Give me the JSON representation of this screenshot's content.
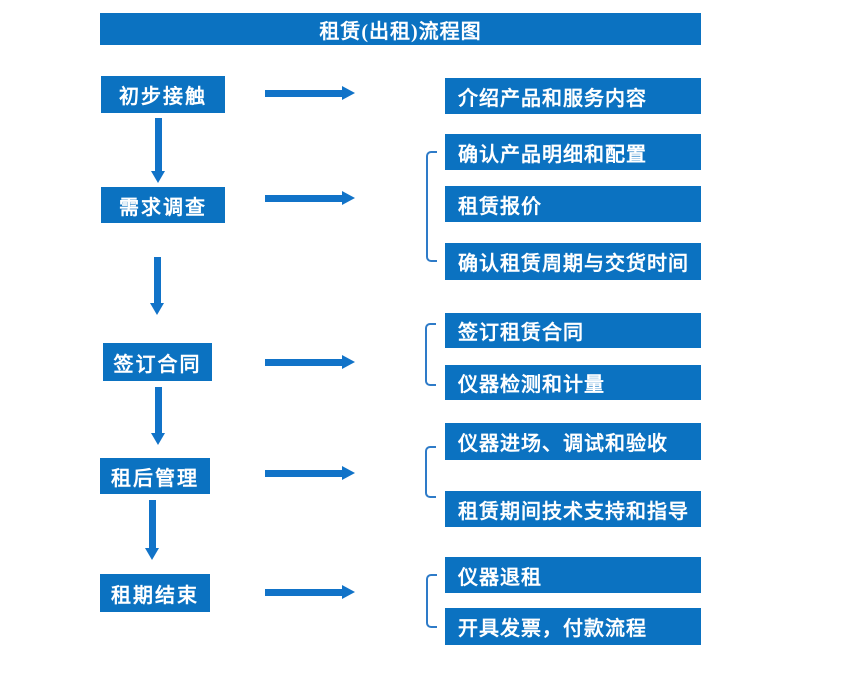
{
  "title": "租赁(出租)流程图",
  "colors": {
    "box_blue": "#0b72c1",
    "arrow_blue": "#1173c8",
    "bracket_blue": "#2e7bc8",
    "text_white": "#ffffff",
    "background": "#ffffff"
  },
  "steps": [
    {
      "label": "初步接触",
      "details": [
        "介绍产品和服务内容"
      ]
    },
    {
      "label": "需求调查",
      "details": [
        "确认产品明细和配置",
        "租赁报价",
        "确认租赁周期与交货时间"
      ]
    },
    {
      "label": "签订合同",
      "details": [
        "签订租赁合同",
        "仪器检测和计量"
      ]
    },
    {
      "label": "租后管理",
      "details": [
        "仪器进场、调试和验收",
        "租赁期间技术支持和指导"
      ]
    },
    {
      "label": "租期结束",
      "details": [
        "仪器退租",
        "开具发票，付款流程"
      ]
    }
  ]
}
